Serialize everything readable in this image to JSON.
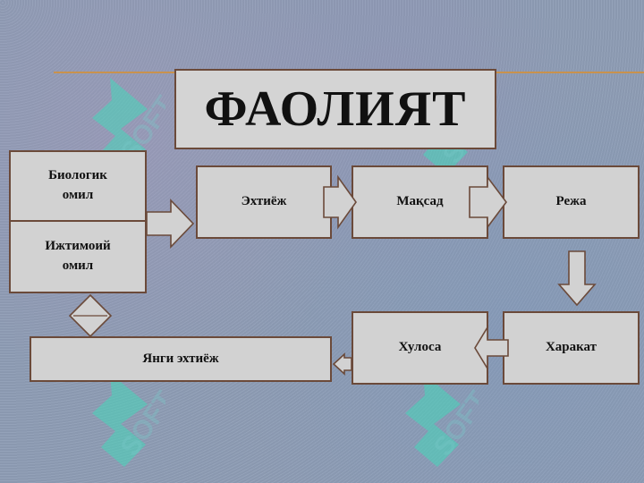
{
  "title": "ФАОЛИЯТ",
  "factors": {
    "biological": "Биологик\nомил",
    "social": "Ижтимоий\nомил"
  },
  "steps": {
    "need": "Эхтиёж",
    "goal": "Мақсад",
    "plan": "Режа",
    "action": "Харакат",
    "conclusion": "Хулоса",
    "new_need": "Янги эхтиёж"
  },
  "watermark_text": "SOFT",
  "colors": {
    "background": "#8e9db5",
    "box_fill": "#d2d2d2",
    "box_border": "#6b4a3a",
    "accent_line": "#c8924e",
    "watermark": "#3fd6b8"
  }
}
